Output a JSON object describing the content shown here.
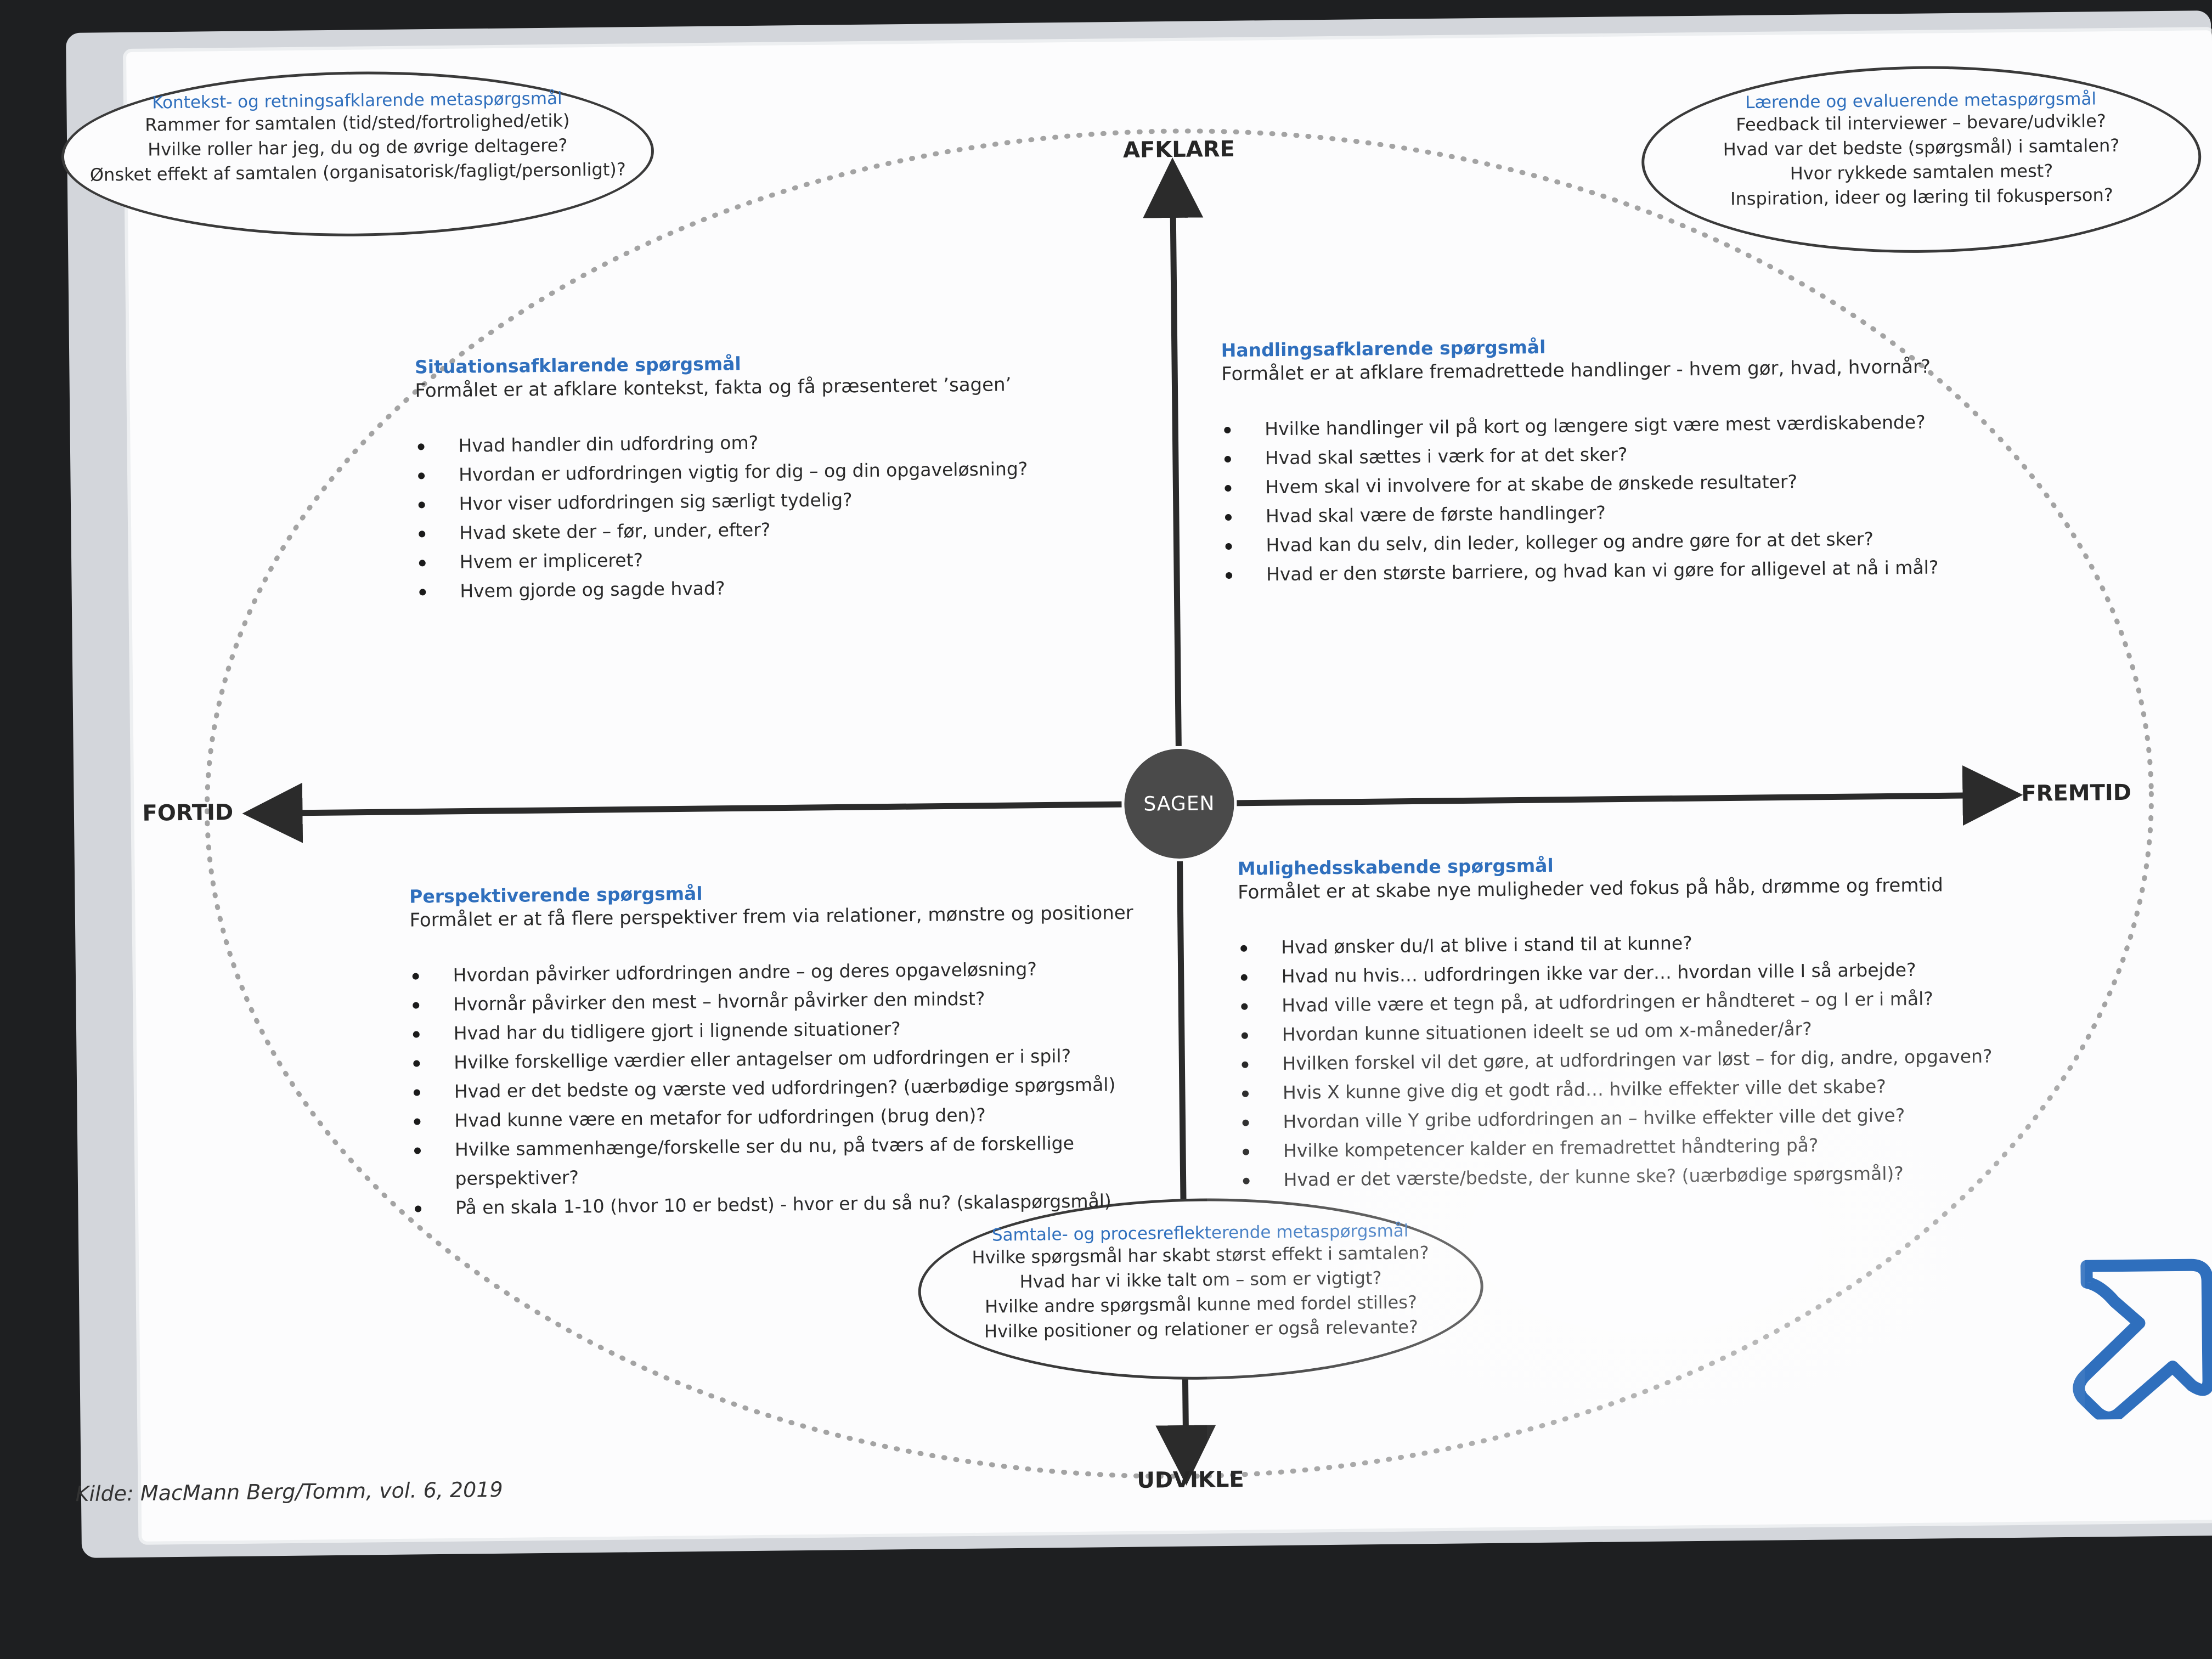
{
  "axes": {
    "top": "AFKLARE",
    "bottom": "UDVIKLE",
    "left": "FORTID",
    "right": "FREMTID",
    "center": "SAGEN"
  },
  "ovals": {
    "top_left": {
      "title": "Kontekst- og retningsafklarende metaspørgsmål",
      "lines": [
        "Rammer for samtalen (tid/sted/fortrolighed/etik)",
        "Hvilke roller har jeg, du og de øvrige deltagere?",
        "Ønsket effekt af samtalen (organisatorisk/fagligt/personligt)?"
      ]
    },
    "top_right": {
      "title": "Lærende og evaluerende metaspørgsmål",
      "lines": [
        "Feedback til interviewer – bevare/udvikle?",
        "Hvad var det bedste (spørgsmål) i samtalen?",
        "Hvor rykkede samtalen mest?",
        "Inspiration, ideer og læring til fokusperson?"
      ]
    },
    "bottom": {
      "title": "Samtale- og procesreflekterende metaspørgsmål",
      "lines": [
        "Hvilke spørgsmål har skabt størst effekt i samtalen?",
        "Hvad har vi ikke talt om – som er vigtigt?",
        "Hvilke andre spørgsmål kunne med fordel stilles?",
        "Hvilke positioner og relationer er også relevante?"
      ]
    }
  },
  "quadrants": {
    "top_left": {
      "title": "Situationsafklarende spørgsmål",
      "subtitle": "Formålet er at afklare kontekst, fakta og få præsenteret ’sagen’",
      "items": [
        "Hvad handler din udfordring om?",
        "Hvordan er udfordringen vigtig for dig – og din opgaveløsning?",
        "Hvor viser udfordringen sig særligt tydelig?",
        "Hvad skete der – før, under, efter?",
        "Hvem er impliceret?",
        "Hvem gjorde og sagde hvad?"
      ]
    },
    "top_right": {
      "title": "Handlingsafklarende spørgsmål",
      "subtitle": "Formålet er at afklare fremadrettede handlinger - hvem gør, hvad, hvornår?",
      "items": [
        "Hvilke handlinger vil på kort og længere sigt være mest værdiskabende?",
        "Hvad skal sættes i værk for at det sker?",
        "Hvem skal vi involvere for at skabe de ønskede resultater?",
        "Hvad skal være de første handlinger?",
        "Hvad kan du selv, din leder, kolleger og andre gøre for at det sker?",
        "Hvad er den største barriere, og hvad kan vi gøre for alligevel at nå i mål?"
      ]
    },
    "bottom_left": {
      "title": "Perspektiverende spørgsmål",
      "subtitle": "Formålet er at få flere perspektiver frem via relationer, mønstre og positioner",
      "items": [
        "Hvordan påvirker udfordringen andre – og deres opgaveløsning?",
        "Hvornår påvirker den mest – hvornår påvirker den mindst?",
        "Hvad har du tidligere gjort i lignende situationer?",
        "Hvilke forskellige værdier eller antagelser om udfordringen er i spil?",
        "Hvad er det bedste og værste ved udfordringen? (uærbødige spørgsmål)",
        "Hvad kunne være en metafor for udfordringen (brug den)?",
        "Hvilke sammenhænge/forskelle ser du nu, på tværs af de forskellige perspektiver?",
        "På en skala 1-10 (hvor 10 er bedst) - hvor er du så nu? (skalaspørgsmål)"
      ]
    },
    "bottom_right": {
      "title": "Mulighedsskabende spørgsmål",
      "subtitle": "Formålet er at skabe nye muligheder ved fokus på håb, drømme og fremtid",
      "items": [
        "Hvad ønsker du/I at blive i stand til at kunne?",
        "Hvad nu hvis… udfordringen ikke var der… hvordan ville I så arbejde?",
        "Hvad ville være et tegn på, at udfordringen er håndteret – og I er i mål?",
        "Hvordan kunne situationen ideelt se ud om x-måneder/år?",
        "Hvilken forskel vil det gøre, at udfordringen var løst – for dig, andre, opgaven?",
        "Hvis X kunne give dig et godt råd… hvilke effekter ville det skabe?",
        "Hvordan ville Y gribe udfordringen an – hvilke effekter ville det give?",
        "Hvilke kompetencer kalder en fremadrettet håndtering på?",
        "Hvad er det værste/bedste, der kunne ske? (uærbødige spørgsmål)?"
      ]
    }
  },
  "source": "Kilde: MacMann Berg/Tomm, vol. 6, 2019",
  "colors": {
    "accent": "#2f6fbd",
    "center": "#4a4a4a",
    "axis": "#2b2b2b",
    "logo": "#2f6fbd"
  },
  "icons": {
    "logo": "arrow-up-right-icon"
  }
}
